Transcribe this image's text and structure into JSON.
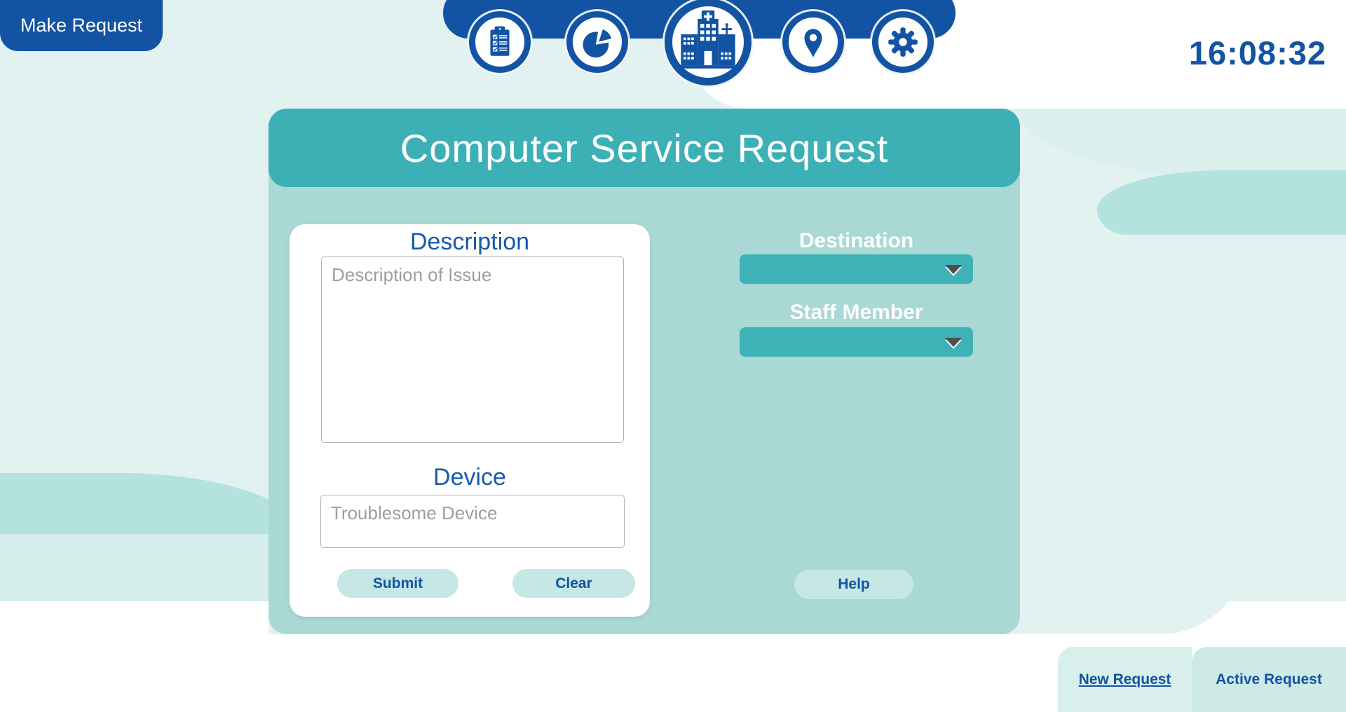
{
  "header": {
    "make_request_label": "Make Request",
    "clock": "16:08:32",
    "nav_icons": [
      {
        "name": "checklist-icon"
      },
      {
        "name": "pie-chart-icon"
      },
      {
        "name": "hospital-icon",
        "active": true
      },
      {
        "name": "location-pin-icon"
      },
      {
        "name": "settings-gear-icon"
      }
    ]
  },
  "form": {
    "title": "Computer Service Request",
    "description_label": "Description",
    "description_placeholder": "Description of Issue",
    "device_label": "Device",
    "device_placeholder": "Troublesome Device",
    "submit_label": "Submit",
    "clear_label": "Clear",
    "destination_label": "Destination",
    "destination_value": "",
    "staff_member_label": "Staff Member",
    "staff_member_value": "",
    "help_label": "Help"
  },
  "footer_tabs": {
    "new_request_label": "New Request",
    "active_request_label": "Active Request"
  },
  "colors": {
    "primary_blue": "#1353a4",
    "teal": "#3db0b5",
    "card_body_teal": "#a9d8d5",
    "mint_background": "#e2f2f0",
    "pill_button": "#c5e7e6"
  }
}
